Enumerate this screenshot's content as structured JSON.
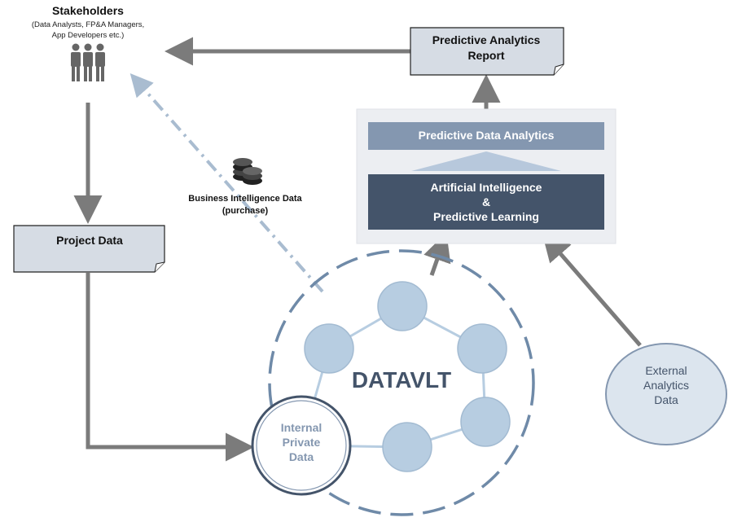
{
  "stakeholders": {
    "title": "Stakeholders",
    "subtitle_line1": "(Data Analysts, FP&A Managers,",
    "subtitle_line2": "App Developers etc.)",
    "icon": "people-group-icon"
  },
  "report_box": {
    "line1": "Predictive Analytics",
    "line2": "Report"
  },
  "project_box": {
    "label": "Project Data"
  },
  "bi_data": {
    "line1": "Business Intelligence Data",
    "line2": "(purchase)",
    "icon": "coins-stack-icon"
  },
  "analytics_panel": {
    "predictive_bar": "Predictive Data Analytics",
    "ai_line1": "Artificial Intelligence",
    "ai_line2": "&",
    "ai_line3": "Predictive Learning"
  },
  "datavlt": {
    "label": "DATAVLT"
  },
  "internal": {
    "line1": "Internal",
    "line2": "Private",
    "line3": "Data"
  },
  "external": {
    "line1": "External",
    "line2": "Analytics",
    "line3": "Data"
  },
  "colors": {
    "arrow": "#7b7b7b",
    "node_fill": "#b7cde1",
    "node_border": "#7f9dbd",
    "dashed_ring": "#6f8aa8",
    "box_fill": "#d6dce4",
    "panel_bg": "#eceef2",
    "predictive_bar": "#8497b0",
    "ai_bar": "#44546a",
    "external_fill": "#dce5ee",
    "title_text": "#44546a"
  }
}
